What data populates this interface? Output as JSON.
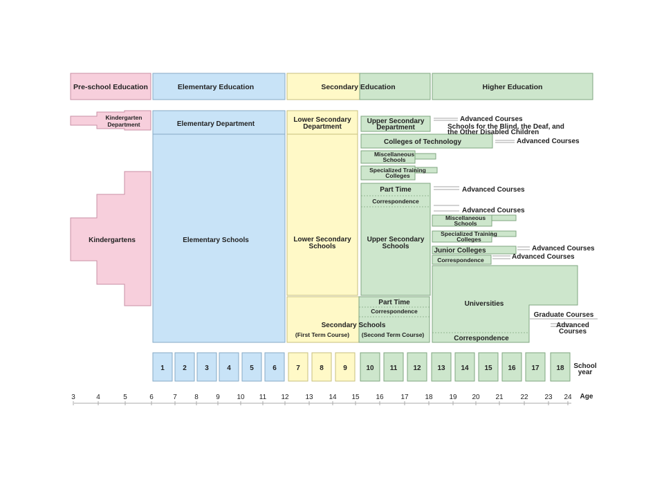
{
  "headers": {
    "preschool": "Pre-school Education",
    "elementary": "Elementary Education",
    "secondary": "Secondary Education",
    "higher": "Higher Education"
  },
  "preschool": {
    "kindergarten_department": [
      "Kindergarten",
      "Department"
    ],
    "kindergartens": "Kindergartens"
  },
  "elementary": {
    "department": "Elementary Department",
    "schools": "Elementary Schools"
  },
  "lower_secondary": {
    "department": [
      "Lower Secondary",
      "Department"
    ],
    "schools": [
      "Lower Secondary",
      "Schools"
    ]
  },
  "secondary_schools": {
    "title": "Secondary Schools",
    "first_term": "(First Term Course)",
    "second_term": "(Second Term Course)",
    "part_time": "Part Time",
    "correspondence": "Correspondence"
  },
  "upper_secondary": {
    "department": [
      "Upper Secondary",
      "Department"
    ],
    "schools": [
      "Upper Secondary",
      "Schools"
    ],
    "part_time": "Part Time",
    "correspondence": "Correspondence"
  },
  "upper_branches": {
    "colleges_of_technology": "Colleges of Technology",
    "misc_schools": [
      "Miscellaneous",
      "Schools"
    ],
    "specialized_training": [
      "Specialized Training",
      "Colleges"
    ]
  },
  "higher": {
    "misc_schools": [
      "Miscellaneous",
      "Schools"
    ],
    "specialized_training": [
      "Specialized Training",
      "Colleges"
    ],
    "junior_colleges": "Junior Colleges",
    "correspondence": "Correspondence",
    "universities": "Universities",
    "universities_correspondence": "Correspondence",
    "graduate_courses": "Graduate Courses"
  },
  "side_labels": {
    "advanced_courses": "Advanced Courses",
    "blind_deaf": [
      "Schools for the Blind, the Deaf, and",
      "the Other Disabled Children"
    ],
    "advanced_courses_split": [
      "Advanced",
      "Courses"
    ]
  },
  "school_years": {
    "values": [
      "1",
      "2",
      "3",
      "4",
      "5",
      "6",
      "7",
      "8",
      "9",
      "10",
      "11",
      "12",
      "13",
      "14",
      "15",
      "16",
      "17",
      "18"
    ],
    "label": [
      "School",
      "year"
    ]
  },
  "ages": {
    "values": [
      "3",
      "4",
      "5",
      "6",
      "7",
      "8",
      "9",
      "10",
      "11",
      "12",
      "13",
      "14",
      "15",
      "16",
      "17",
      "18",
      "19",
      "20",
      "21",
      "22",
      "23",
      "24"
    ],
    "label": "Age"
  },
  "colors": {
    "preschool": "#f7cfdc",
    "elementary": "#c8e3f7",
    "secondary_lower": "#fff9c7",
    "secondary_upper_higher": "#cde6cc"
  }
}
